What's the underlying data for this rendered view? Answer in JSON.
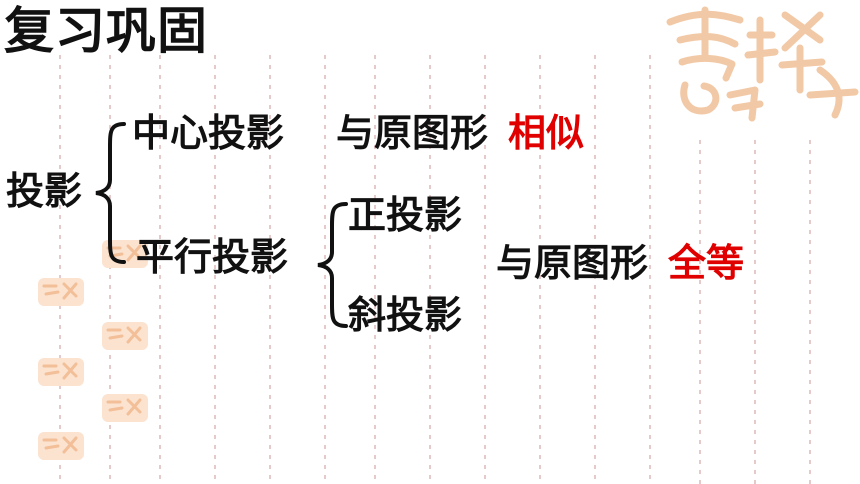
{
  "title": "复习巩固",
  "root": "投影",
  "central": {
    "label": "中心投影",
    "relation": "与原图形",
    "result": "相似"
  },
  "parallel": {
    "label": "平行投影",
    "children": [
      "正投影",
      "斜投影"
    ],
    "relation": "与原图形",
    "result": "全等"
  },
  "colors": {
    "accent": "#e00000",
    "stamp": "#f2c9a6",
    "grid": "#e6c9c9"
  }
}
